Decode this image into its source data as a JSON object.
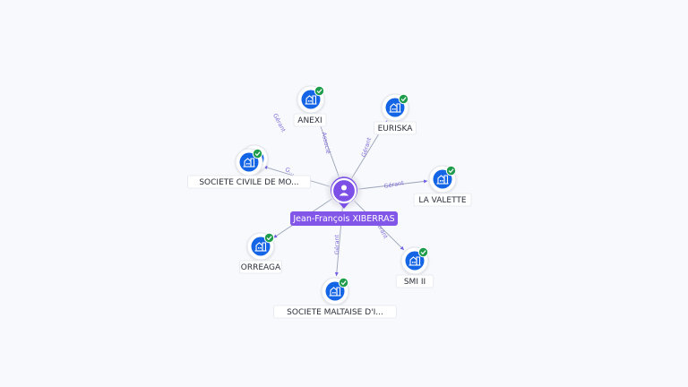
{
  "colors": {
    "company_fill": "#1464e6",
    "check_fill": "#1f9d4c",
    "person_fill": "#7c4fe6",
    "edge_label": "#7d6bd9"
  },
  "center": {
    "name": "Jean-François XIBERRAS",
    "icon": "person-icon"
  },
  "companies": [
    {
      "name": "ANEXI",
      "edge_label": "Associé",
      "verified": true,
      "icon": "building-icon"
    },
    {
      "name": "EURISKA",
      "edge_label": "Gérant",
      "verified": true,
      "icon": "building-icon"
    },
    {
      "name": "SOCIETE CIVILE DE MO...",
      "edge_label": "G...",
      "verified": true,
      "icon": "building-icon"
    },
    {
      "name": "LA VALETTE",
      "edge_label": "Gérant",
      "verified": true,
      "icon": "building-icon"
    },
    {
      "name": "ORREAGA",
      "edge_label": "",
      "verified": true,
      "icon": "building-icon"
    },
    {
      "name": "SMI II",
      "edge_label": "Gérant",
      "verified": true,
      "icon": "building-icon"
    },
    {
      "name": "SOCIETE MALTAISE D'I...",
      "edge_label": "Gérant",
      "verified": true,
      "icon": "building-icon"
    }
  ],
  "extra_edge_labels": [
    {
      "text": "Gérant"
    }
  ]
}
